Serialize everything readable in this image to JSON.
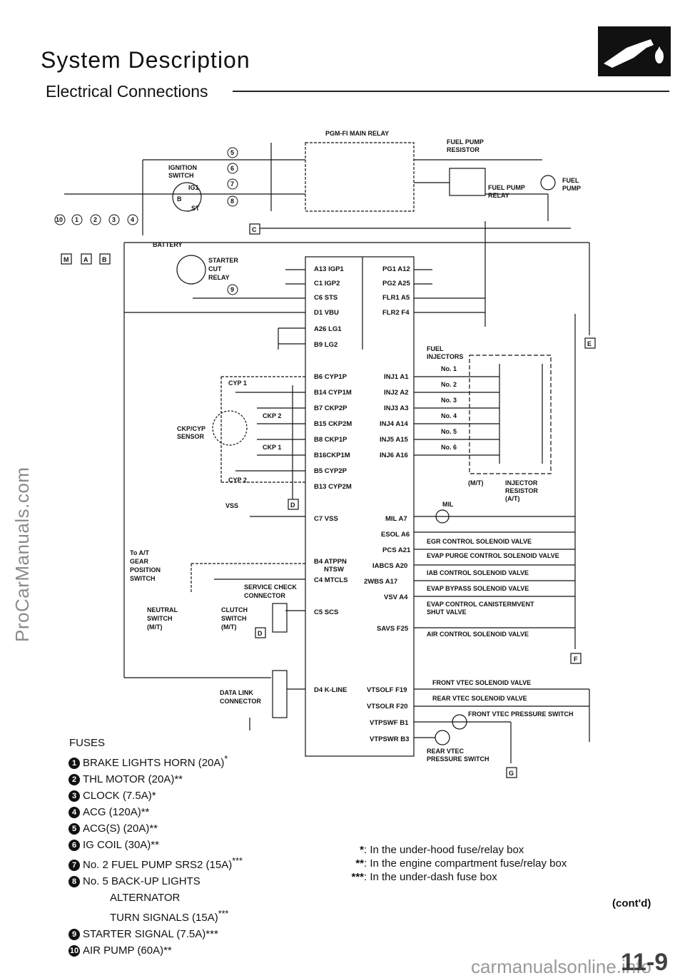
{
  "page": {
    "title": "System Description",
    "subtitle": "Electrical Connections",
    "watermark_left": "ProCarManuals.com",
    "watermark_bottom": "carmanualsonline.info",
    "page_number": "11-9",
    "continued": "(cont'd)"
  },
  "diagram": {
    "main_relay": "PGM-FI MAIN RELAY",
    "fuel_pump_resistor": [
      "FUEL PUMP",
      "RESISTOR"
    ],
    "fuel_pump_relay": [
      "FUEL PUMP",
      "RELAY"
    ],
    "fuel_pump": [
      "FUEL",
      "PUMP"
    ],
    "ignition_switch": [
      "IGNITION",
      "SWITCH"
    ],
    "ig1": "IG1",
    "b": "B",
    "st": "ST",
    "battery": "BATTERY",
    "starter_cut_relay": [
      "STARTER",
      "CUT",
      "RELAY"
    ],
    "ckp_cyp_sensor": [
      "CKP/CYP",
      "SENSOR"
    ],
    "cyp1": "CYP 1",
    "ckp2": "CKP 2",
    "ckp1": "CKP 1",
    "cyp2": "CYP 2",
    "vss": "VSS",
    "to_at": [
      "To A/T",
      "GEAR",
      "POSITION",
      "SWITCH"
    ],
    "service_check": [
      "SERVICE CHECK",
      "CONNECTOR"
    ],
    "neutral_switch": [
      "NEUTRAL",
      "SWITCH",
      "(M/T)"
    ],
    "clutch_switch": [
      "CLUTCH",
      "SWITCH",
      "(M/T)"
    ],
    "data_link": [
      "DATA LINK",
      "CONNECTOR"
    ],
    "fuel_injectors": [
      "FUEL",
      "INJECTORS"
    ],
    "injector_nos": [
      "No. 1",
      "No. 2",
      "No. 3",
      "No. 4",
      "No. 5",
      "No. 6"
    ],
    "mt": "(M/T)",
    "injector_resistor": [
      "INJECTOR",
      "RESISTOR",
      "(A/T)"
    ],
    "mil": "MIL",
    "ecm_left": [
      "A13 IGP1",
      "C1 IGP2",
      "C6 STS",
      "D1 VBU",
      "A26 LG1",
      "B9 LG2",
      "B6 CYP1P",
      "B14 CYP1M",
      "B7 CKP2P",
      "B15 CKP2M",
      "B8 CKP1P",
      "B16CKP1M",
      "B5 CYP2P",
      "B13 CYP2M",
      "C7 VSS",
      "B4 ATPPN",
      "NTSW",
      "C4 MTCLS",
      "C5 SCS",
      "D4 K-LINE"
    ],
    "ecm_right": [
      "PG1 A12",
      "PG2 A25",
      "FLR1 A5",
      "FLR2 F4",
      "INJ1 A1",
      "INJ2 A2",
      "INJ3 A3",
      "INJ4 A14",
      "INJ5 A15",
      "INJ6 A16",
      "MIL A7",
      "ESOL A6",
      "PCS A21",
      "IABCS A20",
      "2WBS A17",
      "VSV A4",
      "SAVS F25",
      "VTSOLF F19",
      "VTSOLR F20",
      "VTPSWF B1",
      "VTPSWR B3"
    ],
    "valves": [
      "EGR CONTROL SOLENOID VALVE",
      "EVAP PURGE CONTROL SOLENOID VALVE",
      "IAB CONTROL SOLENOID VALVE",
      "EVAP BYPASS SOLENOID VALVE",
      "EVAP CONTROL CANISTERMVENT",
      "SHUT VALVE",
      "AIR CONTROL SOLENOID VALVE",
      "FRONT VTEC SOLENOID VALVE",
      "REAR VTEC SOLENOID VALVE",
      "FRONT VTEC PRESSURE SWITCH",
      "REAR VTEC",
      "PRESSURE SWITCH"
    ],
    "connectors": [
      "M",
      "A",
      "B",
      "C",
      "D",
      "D",
      "E",
      "F",
      "G"
    ],
    "fuse_refs": [
      "5",
      "6",
      "7",
      "8",
      "9",
      "10",
      "1",
      "2",
      "3",
      "4"
    ]
  },
  "fuses": {
    "header": "FUSES",
    "items": [
      {
        "num": "1",
        "text": "BRAKE LIGHTS HORN (20A)",
        "mark": "*"
      },
      {
        "num": "2",
        "text": "THL MOTOR (20A)**",
        "mark": ""
      },
      {
        "num": "3",
        "text": "CLOCK (7.5A)*",
        "mark": ""
      },
      {
        "num": "4",
        "text": "ACG (120A)**",
        "mark": ""
      },
      {
        "num": "5",
        "text": "ACG(S) (20A)**",
        "mark": ""
      },
      {
        "num": "6",
        "text": "IG COIL (30A)**",
        "mark": ""
      },
      {
        "num": "7",
        "text": "No. 2 FUEL PUMP SRS2 (15A)",
        "mark": "***"
      },
      {
        "num": "8",
        "text": "No. 5 BACK-UP LIGHTS",
        "mark": ""
      },
      {
        "num": "",
        "text": "ALTERNATOR",
        "mark": ""
      },
      {
        "num": "",
        "text": "TURN SIGNALS (15A)",
        "mark": "***"
      },
      {
        "num": "9",
        "text": "STARTER SIGNAL (7.5A)***",
        "mark": ""
      },
      {
        "num": "10",
        "text": "AIR PUMP (60A)**",
        "mark": ""
      }
    ]
  },
  "notes": [
    {
      "mark": "*",
      "text": ": In the under-hood fuse/relay box"
    },
    {
      "mark": "**",
      "text": ": In the engine compartment fuse/relay box"
    },
    {
      "mark": "***",
      "text": ": In the under-dash fuse box"
    }
  ]
}
